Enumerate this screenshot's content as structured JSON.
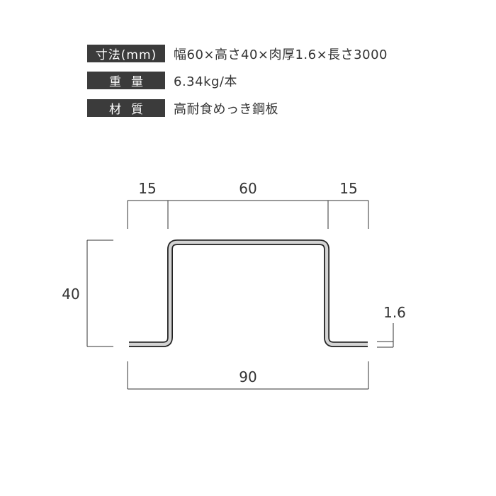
{
  "specs": [
    {
      "label": "寸法(mm)",
      "value": "幅60×高さ40×肉厚1.6×長さ3000"
    },
    {
      "label": "重量",
      "value": "6.34kg/本"
    },
    {
      "label": "材質",
      "value": "高耐食めっき鋼板"
    }
  ],
  "dimensions": {
    "left_flange": "15",
    "top_width": "60",
    "right_flange": "15",
    "height": "40",
    "thickness": "1.6",
    "total_width": "90"
  },
  "colors": {
    "label_bg": "#3b3b3b",
    "profile_fill": "#d4d4d4",
    "profile_edge": "#222222"
  }
}
